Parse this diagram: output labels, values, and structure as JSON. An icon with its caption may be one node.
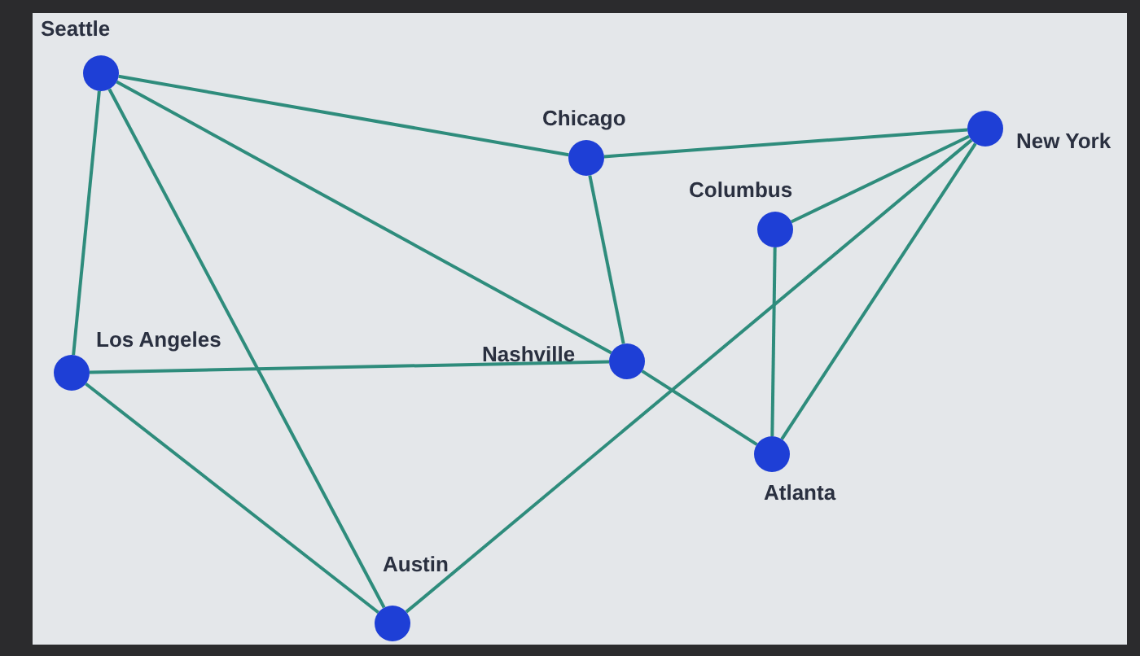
{
  "diagram": {
    "nodes": [
      {
        "text": [
          "Seattle"
        ]
      },
      {
        "text": [
          "Chicago"
        ]
      },
      {
        "text": [
          "New York"
        ]
      },
      {
        "text": [
          "Columbus"
        ]
      },
      {
        "text": [
          "Los Angeles"
        ]
      },
      {
        "text": [
          "Nashville"
        ]
      },
      {
        "text": [
          "Atlanta"
        ]
      },
      {
        "text": [
          "Austin"
        ]
      }
    ],
    "edges": [
      {
        "from": 0,
        "to": 1,
        "arrow": "none"
      },
      {
        "from": 0,
        "to": 4,
        "arrow": "none"
      },
      {
        "from": 0,
        "to": 7,
        "arrow": "none"
      },
      {
        "from": 0,
        "to": 5,
        "arrow": "none"
      },
      {
        "from": 1,
        "to": 2,
        "arrow": "none"
      },
      {
        "from": 1,
        "to": 5,
        "arrow": "none"
      },
      {
        "from": 4,
        "to": 5,
        "arrow": "none"
      },
      {
        "from": 4,
        "to": 7,
        "arrow": "none"
      },
      {
        "from": 5,
        "to": 6,
        "arrow": "none"
      },
      {
        "from": 3,
        "to": 2,
        "arrow": "none"
      },
      {
        "from": 3,
        "to": 6,
        "arrow": "none"
      },
      {
        "from": 2,
        "to": 6,
        "arrow": "none"
      },
      {
        "from": 2,
        "to": 7,
        "arrow": "none"
      }
    ]
  }
}
